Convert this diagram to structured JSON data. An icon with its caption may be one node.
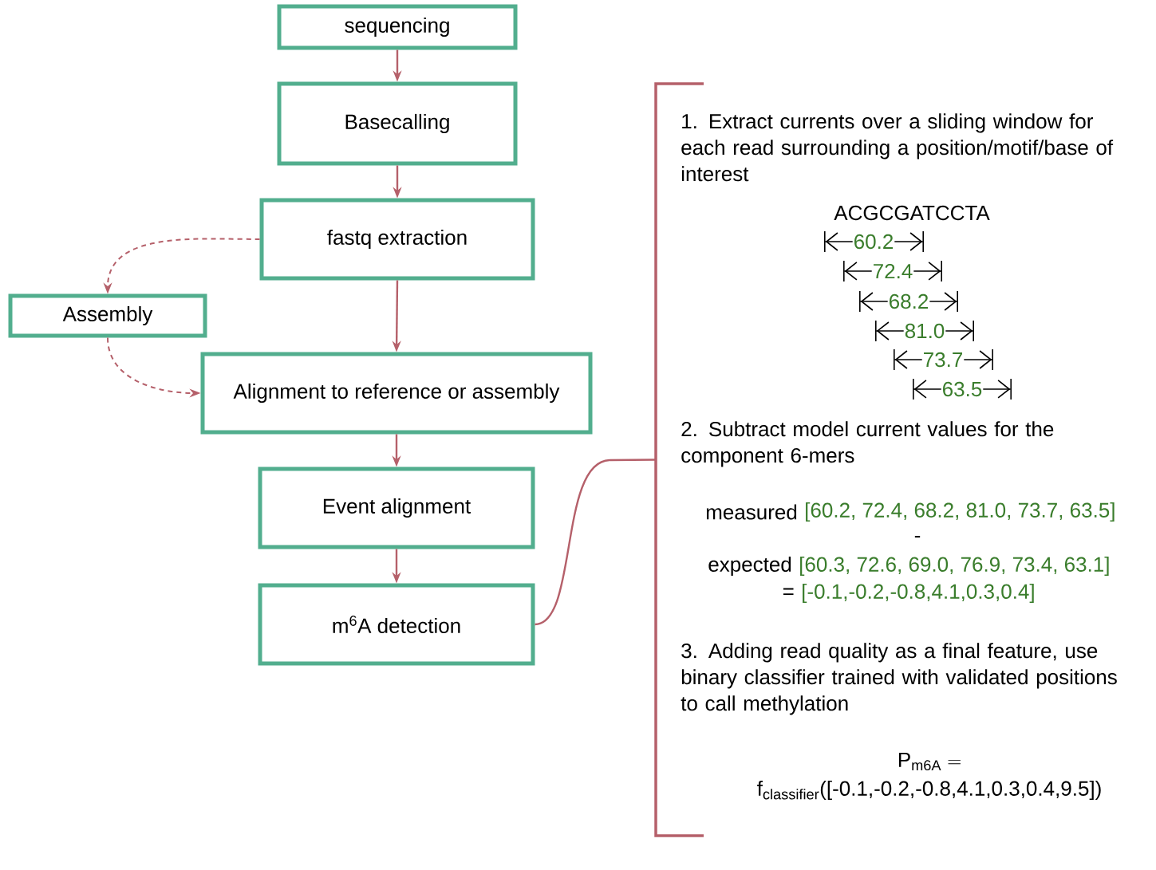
{
  "diagram": {
    "nodes": [
      {
        "text": [
          "sequencing"
        ]
      },
      {
        "text": [
          "Basecalling"
        ]
      },
      {
        "text": [
          "fastq extraction"
        ]
      },
      {
        "text": [
          "Assembly"
        ]
      },
      {
        "text": [
          "Alignment to reference or assembly"
        ]
      },
      {
        "text": [
          "Event alignment"
        ]
      },
      {
        "text": [
          "m$^{6}$A detection"
        ]
      },
      {
        "text": [
          "1. Extract currents over a sliding window for each read surrounding a position/motif/base of interest",
          "ACGCGATCCTA",
          "60.2",
          "72.4",
          "68.2",
          "81.0",
          "73.7",
          "63.5",
          "2. Subtract model current values for the component 6-mers",
          "measured",
          "[60.2, 72.4, 68.2, 81.0, 73.7, 63.5]",
          "-",
          "expected",
          "[60.3, 72.6, 69.0, 76.9, 73.4, 63.1]",
          "=",
          "[-0.1,-0.2,-0.8,4.1,0.3,0.4]",
          "3. Adding read quality as a final feature, use binary classifier trained with validated positions to call methylation",
          "\\mathrm{P}_{\\mathrm{m6A}}\\ \\mathrm{=}",
          "\\mathrm{f}_{\\mathrm{classifier}}\\mbox{([-0.1,-0.2,-0.8,4.1,0.3,0.4,9.5])}"
        ]
      }
    ],
    "edges": [
      {
        "from": 0,
        "to": 1,
        "arrow": "to"
      },
      {
        "from": 1,
        "to": 2,
        "arrow": "to"
      },
      {
        "from": 2,
        "to": 3,
        "arrow": "to",
        "style": "dashed"
      },
      {
        "from": 2,
        "to": 4,
        "arrow": "to"
      },
      {
        "from": 3,
        "to": 4,
        "arrow": "to",
        "style": "dashed"
      },
      {
        "from": 4,
        "to": 5,
        "arrow": "to"
      },
      {
        "from": 5,
        "to": 6,
        "arrow": "to"
      },
      {
        "from": 6,
        "to": 7,
        "arrow": "none"
      }
    ]
  }
}
